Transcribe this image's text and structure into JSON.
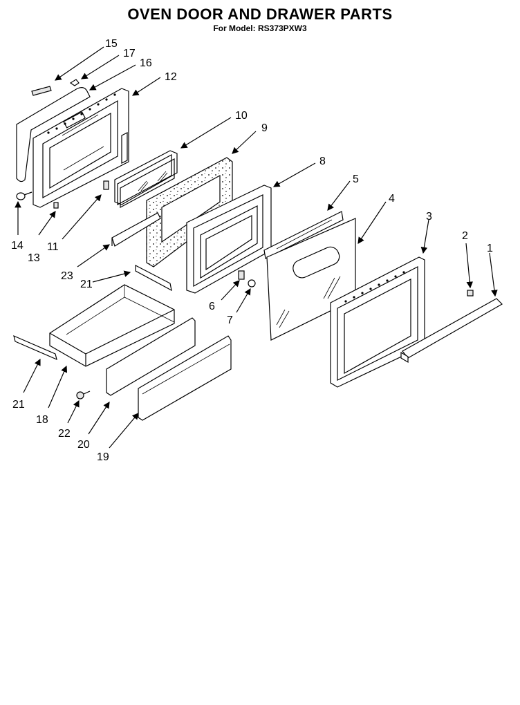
{
  "title": "OVEN DOOR AND DRAWER PARTS",
  "subtitle": "For Model: RS373PXW3",
  "callouts": [
    "15",
    "17",
    "16",
    "12",
    "10",
    "9",
    "8",
    "5",
    "4",
    "3",
    "2",
    "1",
    "14",
    "13",
    "11",
    "23",
    "21",
    "6",
    "7",
    "21",
    "18",
    "22",
    "20",
    "19"
  ]
}
